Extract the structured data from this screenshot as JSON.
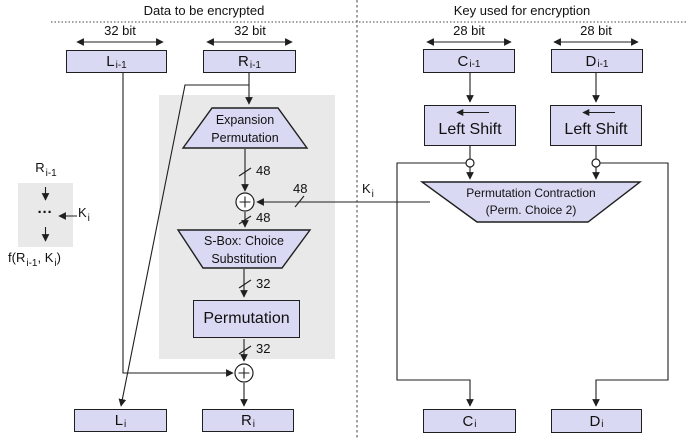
{
  "colors": {
    "box_fill": "#d9d9f3",
    "box_border": "#1f1f1f",
    "panel_gray": "#e9e9e9",
    "line": "#1f1f1f"
  },
  "diagram": {
    "left_title": "Data to be encrypted",
    "right_title": "Key used for encryption",
    "bit_widths": {
      "l": "32 bit",
      "r": "32 bit",
      "c": "28 bit",
      "d": "28 bit"
    },
    "registers": {
      "l_prev": {
        "base": "L",
        "sub": "i-1"
      },
      "r_prev": {
        "base": "R",
        "sub": "i-1"
      },
      "c_prev": {
        "base": "C",
        "sub": "i-1"
      },
      "d_prev": {
        "base": "D",
        "sub": "i-1"
      },
      "l_next": {
        "base": "L",
        "sub": "i"
      },
      "r_next": {
        "base": "R",
        "sub": "i"
      },
      "c_next": {
        "base": "C",
        "sub": "i"
      },
      "d_next": {
        "base": "D",
        "sub": "i"
      }
    },
    "blocks": {
      "expansion": {
        "line1": "Expansion",
        "line2": "Permutation"
      },
      "sbox": {
        "line1": "S-Box: Choice",
        "line2": "Substitution"
      },
      "permutation": "Permutation",
      "left_shift_c": "Left Shift",
      "left_shift_d": "Left Shift",
      "perm_contraction": {
        "line1": "Permutation Contraction",
        "line2": "(Perm. Choice 2)"
      }
    },
    "wire_labels": {
      "expansion_out": "48",
      "key_in": "48",
      "xor_out": "48",
      "sbox_out": "32",
      "perm_out": "32",
      "key": {
        "base": "K",
        "sub": "i"
      }
    },
    "legend": {
      "input": {
        "base": "R",
        "sub": "i-1"
      },
      "dots": "···",
      "key": {
        "base": "K",
        "sub": "i"
      },
      "output": {
        "p1": "f(R",
        "s1": "i-1",
        "p2": ", K",
        "s2": "i",
        "p3": ")"
      }
    }
  }
}
